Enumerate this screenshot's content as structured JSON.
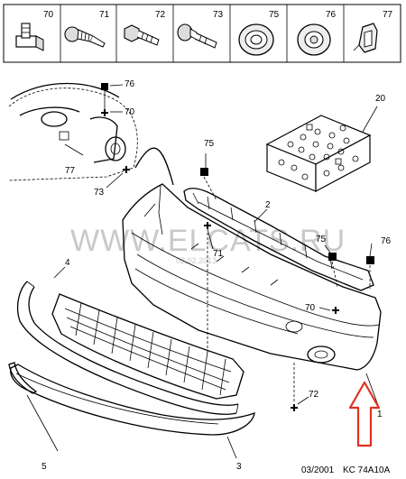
{
  "header_parts": [
    "70",
    "71",
    "72",
    "73",
    "75",
    "76",
    "77"
  ],
  "callouts": {
    "c76a": "76",
    "c70a": "70",
    "c77": "77",
    "c73": "73",
    "c75a": "75",
    "c20": "20",
    "c2": "2",
    "c71": "71",
    "c75b": "75",
    "c76b": "76",
    "c4": "4",
    "c70b": "70",
    "c72": "72",
    "c1": "1",
    "c5": "5",
    "c3": "3"
  },
  "watermark": {
    "text": "WWW.ELCATS.RU",
    "date": "02.02.2013"
  },
  "footer": {
    "date": "03/2001",
    "code": "KC 74A10A"
  },
  "colors": {
    "arrow": "#e0301e",
    "ink": "#000000",
    "watermark": "#c9c9c9"
  }
}
